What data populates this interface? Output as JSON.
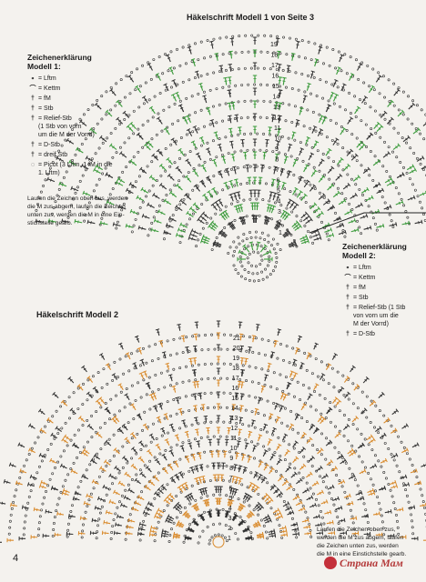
{
  "diagram1": {
    "title": "Häkelschrift Modell 1 von Seite 3",
    "color": "#3a9a3a",
    "rounds": [
      "1",
      "2",
      "3",
      "4",
      "5",
      "6",
      "7",
      "8",
      "9",
      "10",
      "11",
      "12",
      "13",
      "14",
      "15",
      "16",
      "17",
      "18",
      "19"
    ]
  },
  "diagram2": {
    "title": "Häkelschrift Modell 2",
    "color": "#d98a2b",
    "rounds": [
      "1",
      "2",
      "3",
      "4",
      "5",
      "6",
      "7",
      "8",
      "9",
      "10",
      "11",
      "12",
      "13",
      "14",
      "15",
      "16",
      "17",
      "18",
      "19",
      "20",
      "21"
    ]
  },
  "legend1": {
    "title": "Zeichenerklärung\nModell 1:",
    "items": [
      {
        "symbol": "∘",
        "label": "= Lftm"
      },
      {
        "symbol": "⌒",
        "label": "= Kettm"
      },
      {
        "symbol": "†",
        "label": "= fM"
      },
      {
        "symbol": "†",
        "label": "= Stb"
      },
      {
        "symbol": "†",
        "label": "= Relief-Stb\n(1 Stb von vorn\num die M der Vorrd)"
      },
      {
        "symbol": "†",
        "label": "= D-Stb"
      },
      {
        "symbol": "†",
        "label": "= dreif Stb"
      },
      {
        "symbol": "◌",
        "label": "= Picot (3 Lftm, 1 fM in die\n1. Lftm)"
      }
    ],
    "note": "Laufen die Zeichen oben zus, werden\ndie M zus abgem, laufen die Zeichen\nunten zus, werden die M in eine Ein-\nstichstelle gearb."
  },
  "legend2": {
    "title": "Zeichenerklärung\nModell 2:",
    "items": [
      {
        "symbol": "∘",
        "label": "= Lftm"
      },
      {
        "symbol": "⌒",
        "label": "= Kettm"
      },
      {
        "symbol": "†",
        "label": "= fM"
      },
      {
        "symbol": "†",
        "label": "= Stb"
      },
      {
        "symbol": "†",
        "label": "= Relief-Stb (1 Stb\nvon vorn um die\nM der Vorrd)"
      },
      {
        "symbol": "†",
        "label": "= D-Stb"
      }
    ],
    "note": "Laufen die Zeichen oben zus,\nwerden die M zus abgem, laufen\ndie Zeichen unten zus, werden\ndie M in eine Einstichstelle gearb."
  },
  "page_number": "4",
  "watermark": "Страна Мам"
}
